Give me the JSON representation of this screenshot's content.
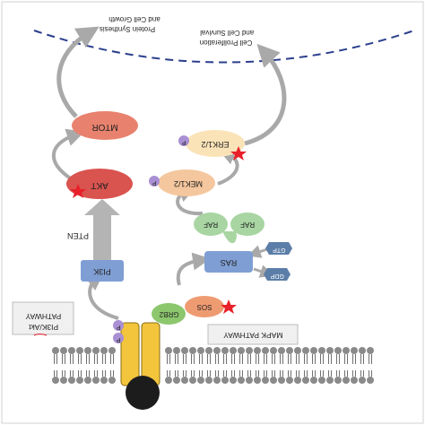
{
  "nodes": {
    "mtor": "MTOR",
    "akt": "AKT",
    "pi3k": "PI3K",
    "pten": "PTEN",
    "erk": "ERK1/2",
    "mek": "MEK1/2",
    "raf_left": "RAF",
    "raf_right": "RAF",
    "ras": "RAS",
    "gtp": "GTP",
    "gdp": "GDP",
    "grb2": "GRB2",
    "sos": "SOS",
    "phospho": "P"
  },
  "outcomes": {
    "growth_line1": "Protein Synthesis",
    "growth_line2": "and Cell Growth",
    "survival_line1": "Cell Proliferation",
    "survival_line2": "and Cell Survival"
  },
  "pathways": {
    "pi3k_line1": "PI3K/Akt",
    "pi3k_line2": "PATHWAY",
    "mapk": "MAPK PATHWAY"
  },
  "colors": {
    "mtor": "#e8826e",
    "akt": "#d9534f",
    "pi3k": "#7f9fd4",
    "erk": "#fbe3b8",
    "mek": "#f5c79e",
    "raf": "#a8d5a2",
    "ras": "#7f9fd4",
    "grb2": "#8cc76d",
    "sos": "#ef9b72",
    "gtp": "#5b7ea8",
    "phospho": "#a98fd3",
    "star": "#e8202a",
    "receptor": "#f2c53d",
    "membrane_head": "#8a8a8a",
    "arrow": "#a9a9a9",
    "dash": "#2b3f8c"
  },
  "icons": [
    "star-marker-icon",
    "phosphate-icon",
    "receptor-icon",
    "arrow-icon"
  ]
}
